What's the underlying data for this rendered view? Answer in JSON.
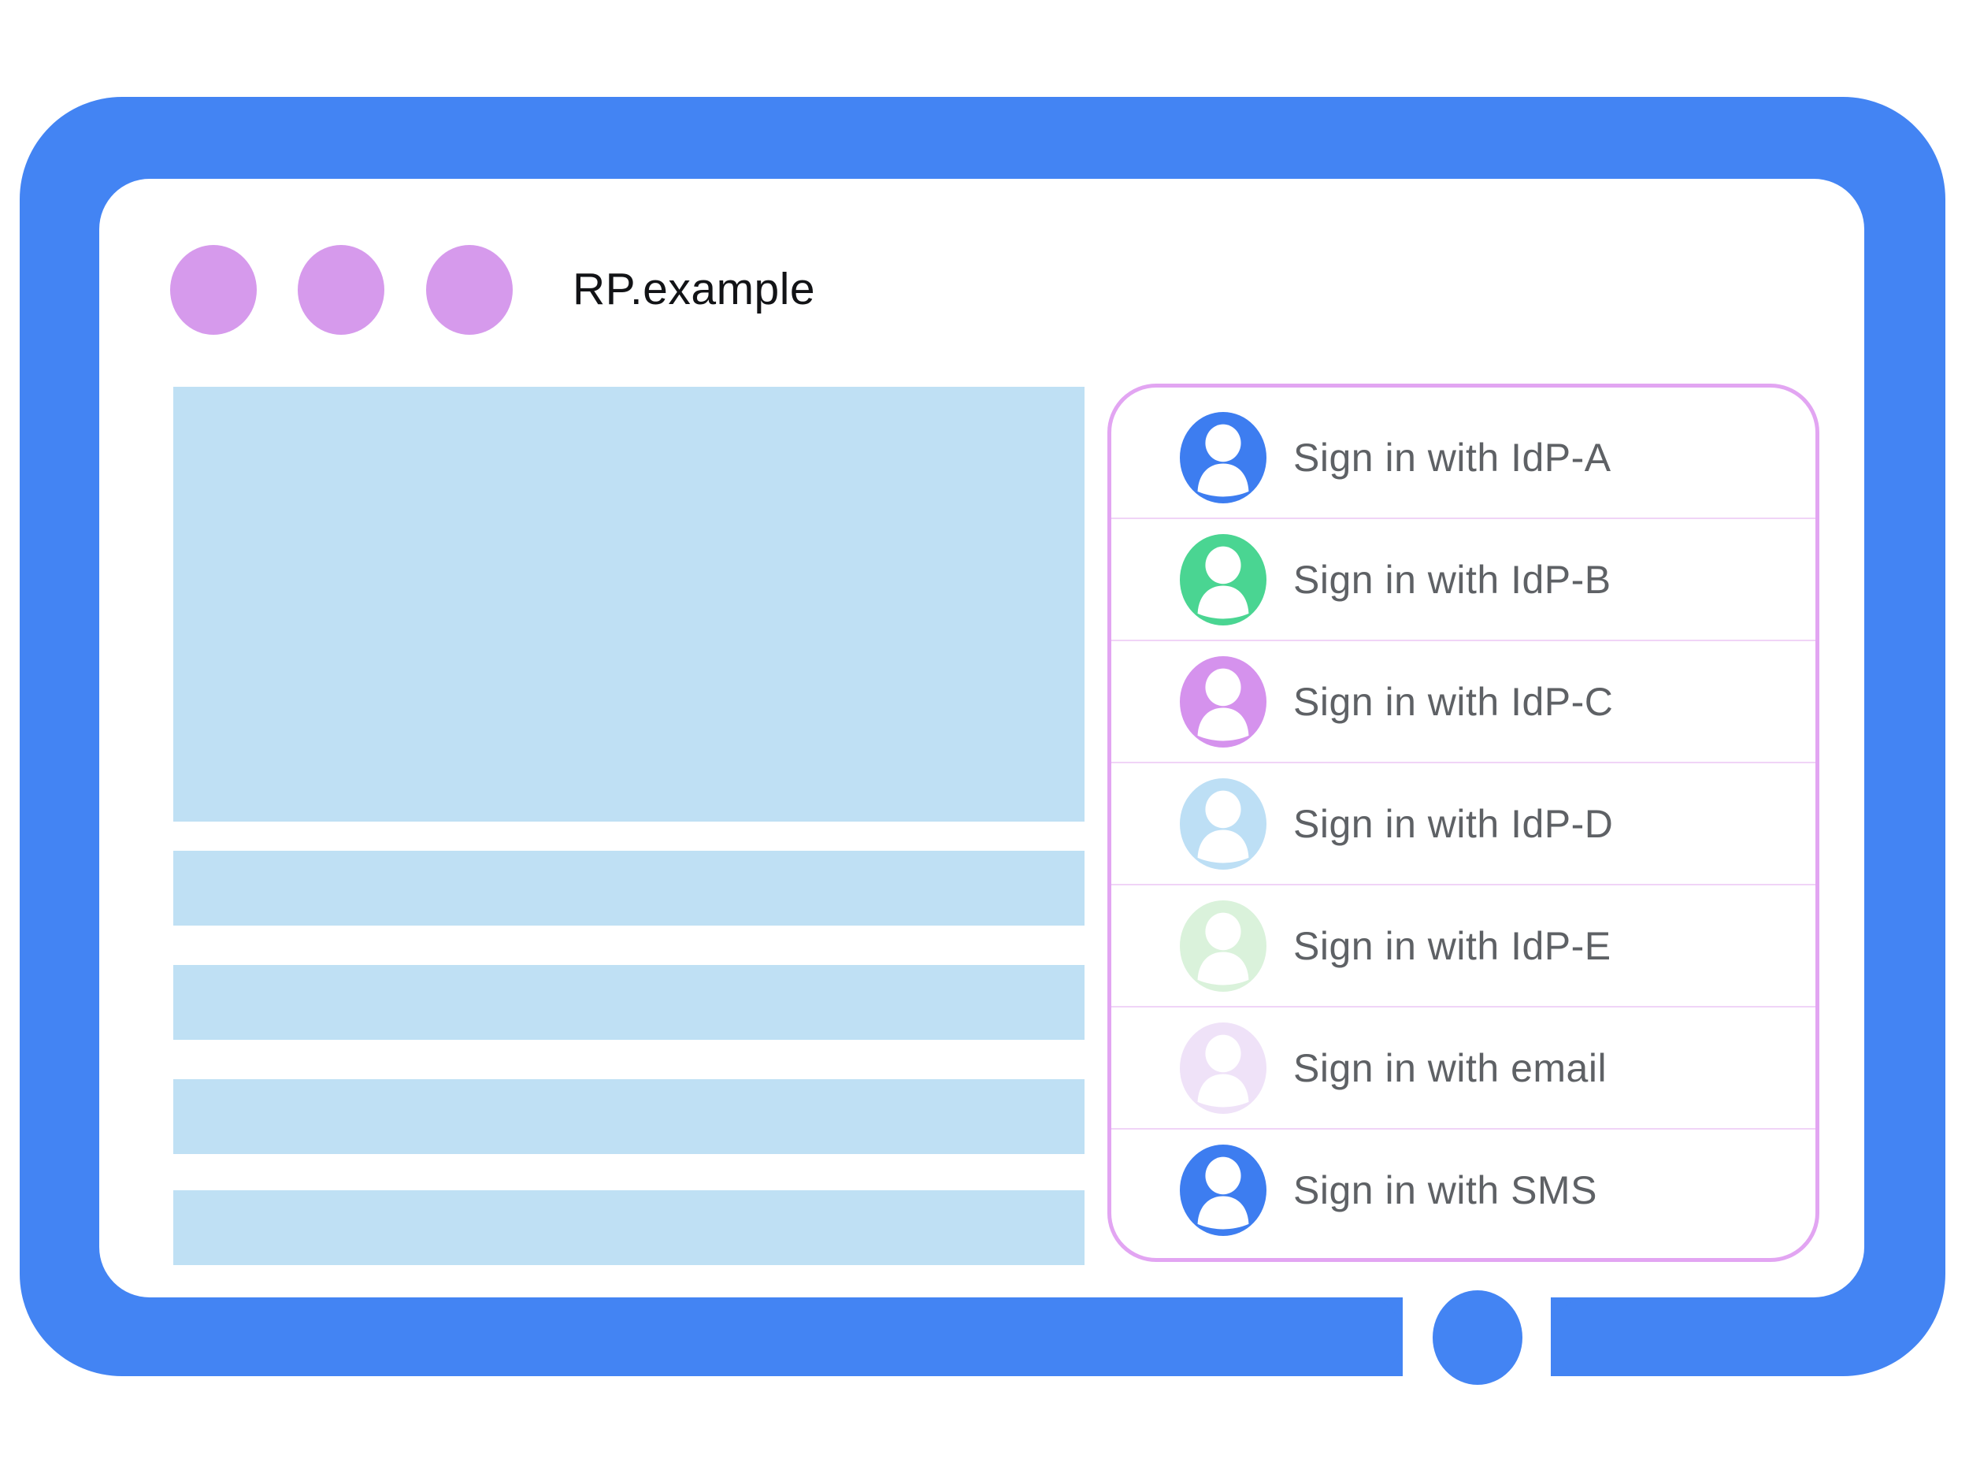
{
  "window": {
    "title": "RP.example",
    "frame_color": "#4384F3",
    "control_dot_color": "#D69AEC"
  },
  "content": {
    "placeholder_color": "#BFE0F4"
  },
  "signin_panel": {
    "border_color": "#E2A5F2",
    "divider_color": "#F0D4F7",
    "text_color": "#5E6165",
    "items": [
      {
        "label": "Sign in with IdP-A",
        "avatar": "person-icon",
        "avatar_color": "#3D7DF0"
      },
      {
        "label": "Sign in with IdP-B",
        "avatar": "person-icon",
        "avatar_color": "#4AD592"
      },
      {
        "label": "Sign in with IdP-C",
        "avatar": "person-icon",
        "avatar_color": "#D592ED"
      },
      {
        "label": "Sign in with IdP-D",
        "avatar": "person-icon",
        "avatar_color": "#BDDFF5"
      },
      {
        "label": "Sign in with IdP-E",
        "avatar": "person-icon",
        "avatar_color": "#DAF2DB"
      },
      {
        "label": "Sign in with email",
        "avatar": "person-icon",
        "avatar_color": "#EFE2F8"
      },
      {
        "label": "Sign in with SMS",
        "avatar": "person-icon",
        "avatar_color": "#3D7DF0"
      }
    ]
  }
}
